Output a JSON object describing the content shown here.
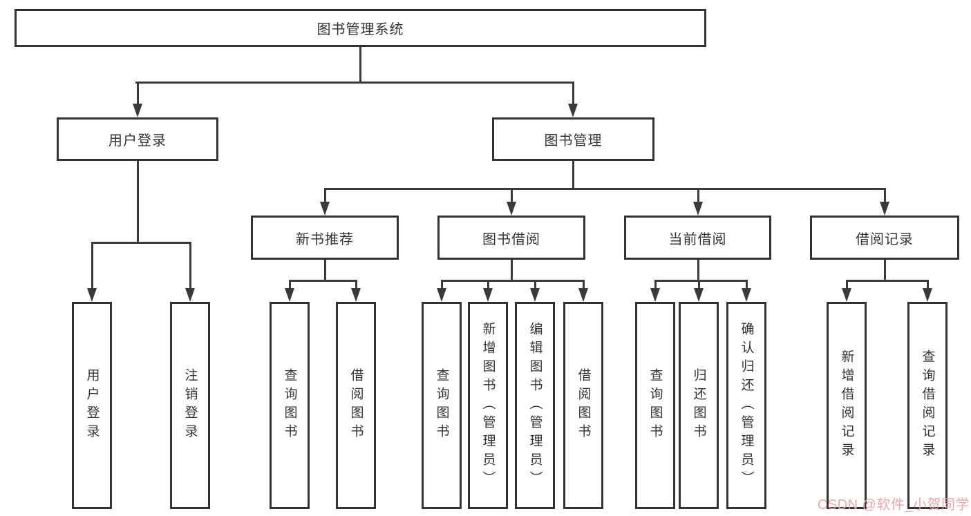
{
  "diagram": {
    "root": {
      "label": "图书管理系统"
    },
    "level1": [
      {
        "label": "用户登录"
      },
      {
        "label": "图书管理"
      }
    ],
    "level2": [
      {
        "label": "新书推荐",
        "parent": "图书管理"
      },
      {
        "label": "图书借阅",
        "parent": "图书管理"
      },
      {
        "label": "当前借阅",
        "parent": "图书管理"
      },
      {
        "label": "借阅记录",
        "parent": "图书管理"
      }
    ],
    "leaves": [
      {
        "label": "用户登录",
        "parent": "用户登录"
      },
      {
        "label": "注销登录",
        "parent": "用户登录"
      },
      {
        "label": "查询图书",
        "parent": "新书推荐"
      },
      {
        "label": "借阅图书",
        "parent": "新书推荐"
      },
      {
        "label": "查询图书",
        "parent": "图书借阅"
      },
      {
        "label": "新增图书（管理员）",
        "parent": "图书借阅"
      },
      {
        "label": "编辑图书（管理员）",
        "parent": "图书借阅"
      },
      {
        "label": "借阅图书",
        "parent": "图书借阅"
      },
      {
        "label": "查询图书",
        "parent": "当前借阅"
      },
      {
        "label": "归还图书",
        "parent": "当前借阅"
      },
      {
        "label": "确认归还（管理员）",
        "parent": "当前借阅"
      },
      {
        "label": "新增借阅记录",
        "parent": "借阅记录"
      },
      {
        "label": "查询借阅记录",
        "parent": "借阅记录"
      }
    ]
  },
  "watermark": {
    "text": "CSDN @软件_小贺同学"
  },
  "colors": {
    "line": "#3a3a3a",
    "box_border": "#333333",
    "text": "#333333",
    "background": "#ffffff",
    "watermark": "#f0a6a6"
  }
}
